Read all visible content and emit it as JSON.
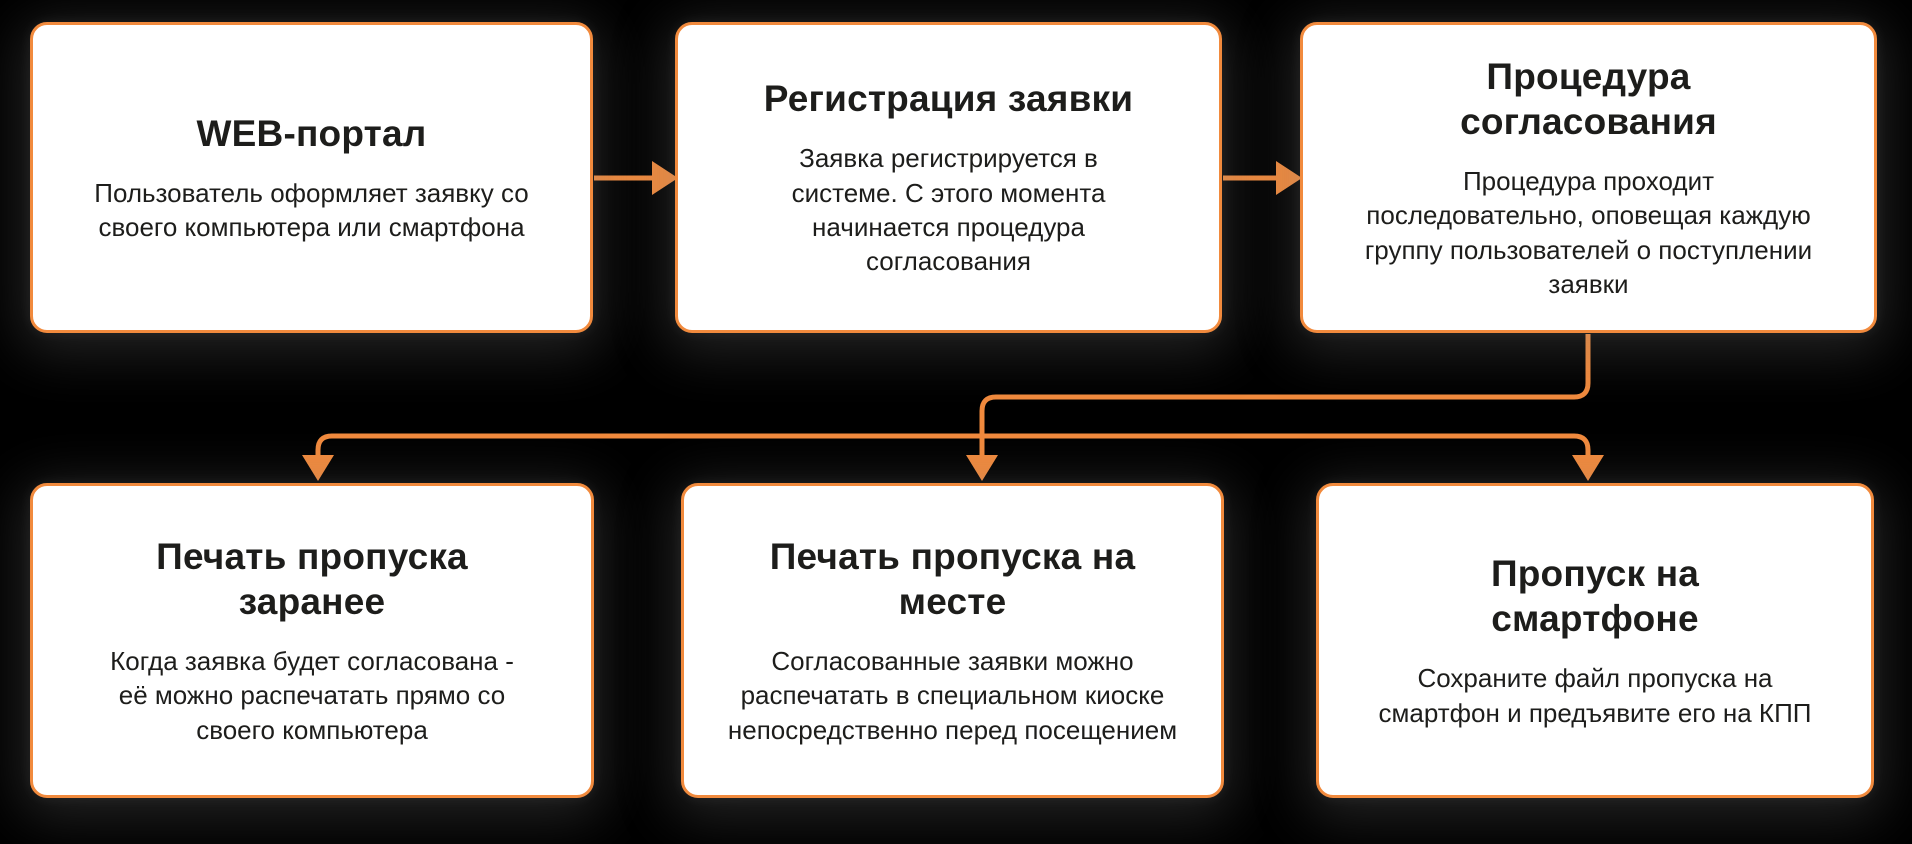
{
  "colors": {
    "accent": "#F18A3D",
    "box_bg": "#FFFFFF",
    "canvas_bg": "#000000",
    "text": "#1D1D1B"
  },
  "boxes": [
    {
      "title": "WEB-портал",
      "body": "Пользователь оформляет заявку со своего компьютера или смартфона"
    },
    {
      "title": "Регистрация заявки",
      "body": "Заявка регистрируется в системе. С этого момента начинается процедура согласования"
    },
    {
      "title": "Процедура согласования",
      "body": "Процедура проходит последовательно, оповещая каждую группу пользователей о поступлении заявки"
    },
    {
      "title": "Печать пропуска заранее",
      "body": "Когда заявка будет согласована - её можно распечатать прямо со своего компьютера"
    },
    {
      "title": "Печать пропуска на месте",
      "body": "Согласованные заявки можно распечатать в специальном киоске непосредственно перед посещением"
    },
    {
      "title": "Пропуск на смартфоне",
      "body": "Сохраните файл пропуска на смартфон и предъявите его на КПП"
    }
  ],
  "connections": [
    {
      "from": 0,
      "to": 1
    },
    {
      "from": 1,
      "to": 2
    },
    {
      "from": 2,
      "to": 3
    },
    {
      "from": 2,
      "to": 4
    },
    {
      "from": 2,
      "to": 5
    }
  ]
}
